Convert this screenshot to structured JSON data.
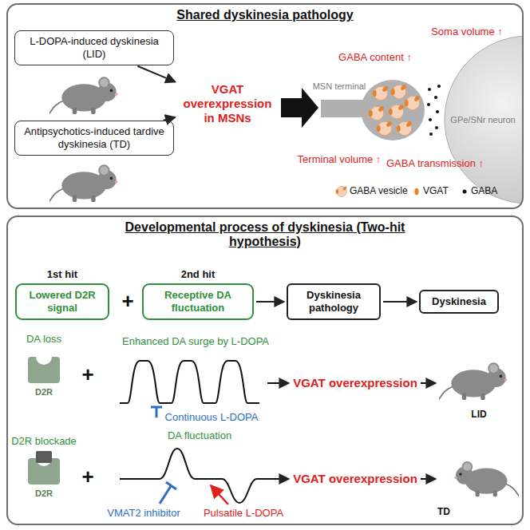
{
  "diagram": {
    "nodes": [
      {
        "text": [
          "Shared dyskinesia pathology"
        ]
      },
      {
        "text": [
          "L-DOPA-induced dyskinesia (LID)"
        ],
        "in": 0
      },
      {
        "text": [
          "Antipsychotics-induced tardive dyskinesia (TD)"
        ],
        "in": 0
      },
      {
        "text": [
          "VGAT overexpression in MSNs"
        ],
        "in": 0
      },
      {
        "text": [
          "Developmental process of dyskinesia (Two-hit hypothesis)"
        ]
      },
      {
        "text": [
          "1st hit",
          "Lowered D2R signal"
        ],
        "in": 4
      },
      {
        "text": [
          "2nd hit",
          "Receptive DA fluctuation"
        ],
        "in": 4
      },
      {
        "text": [
          "Dyskinesia pathology"
        ],
        "in": 4
      },
      {
        "text": [
          "Dyskinesia"
        ],
        "in": 4
      }
    ],
    "edges": [
      {
        "from": 1,
        "to": 3,
        "arrow": "to"
      },
      {
        "from": 2,
        "to": 3,
        "arrow": "to"
      },
      {
        "from": 6,
        "to": 7,
        "arrow": "to"
      },
      {
        "from": 7,
        "to": 8,
        "arrow": "to"
      }
    ],
    "labels": [
      "GABA content ↑",
      "Soma volume ↑",
      "MSN terminal",
      "GPe/SNr neuron",
      "Terminal volume ↑",
      "GABA transmission ↑",
      "+",
      "DA loss",
      "Enhanced DA surge by L-DOPA",
      "D2R",
      "+",
      "Continuous L-DOPA",
      "VGAT overexpression",
      "LID",
      "D2R blockade",
      "DA fluctuation",
      "D2R",
      "+",
      "VMAT2 inhibitor",
      "Pulsatile L-DOPA",
      "VGAT overexpression",
      "TD"
    ],
    "legend": [
      {
        "text": "GABA vesicle"
      },
      {
        "text": "VGAT"
      },
      {
        "text": "GABA"
      }
    ]
  }
}
